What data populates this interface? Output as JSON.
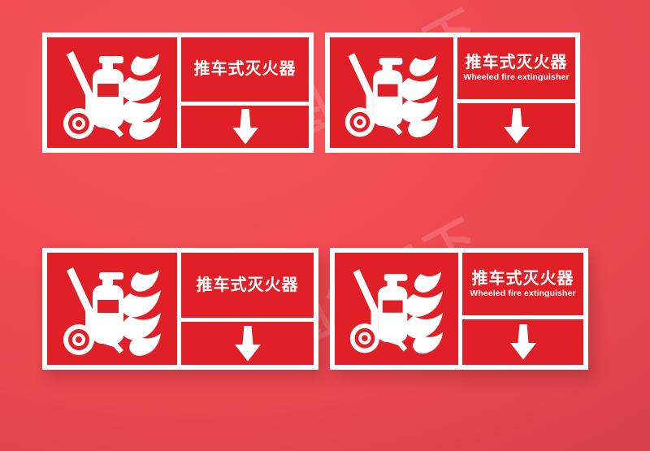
{
  "scene": {
    "background_color": "#ee4a52",
    "sign_red": "#e01f26",
    "sign_border_color": "#ffffff",
    "text_color": "#ffffff",
    "watermark_text": "图行天下"
  },
  "signs": [
    {
      "id": "top-left-sign",
      "variant": "chinese-only",
      "pictogram": "wheeled-fire-extinguisher-icon",
      "caption_cn": "推车式灭火器",
      "caption_en": "",
      "arrow": "arrow-down-icon"
    },
    {
      "id": "top-right-sign",
      "variant": "bilingual",
      "pictogram": "wheeled-fire-extinguisher-icon",
      "caption_cn": "推车式灭火器",
      "caption_en": "Wheeled fire extinguisher",
      "arrow": "arrow-down-icon"
    },
    {
      "id": "bottom-left-sign",
      "variant": "chinese-only",
      "pictogram": "wheeled-fire-extinguisher-icon",
      "caption_cn": "推车式灭火器",
      "caption_en": "",
      "arrow": "arrow-down-icon"
    },
    {
      "id": "bottom-right-sign",
      "variant": "bilingual",
      "pictogram": "wheeled-fire-extinguisher-icon",
      "caption_cn": "推车式灭火器",
      "caption_en": "Wheeled fire extinguisher",
      "arrow": "arrow-down-icon"
    }
  ]
}
